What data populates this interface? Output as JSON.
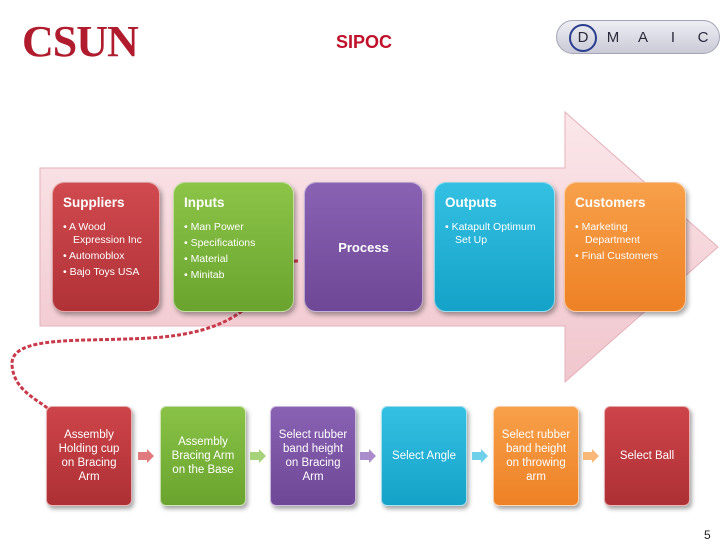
{
  "logo": {
    "text": "CSUN",
    "color": "#b01c2e"
  },
  "title": "SIPOC",
  "dmaic": {
    "letters": [
      "D",
      "M",
      "A",
      "I",
      "C"
    ],
    "active": "D"
  },
  "sipoc": {
    "suppliers": {
      "heading": "Suppliers",
      "items": [
        "A Wood Expression Inc",
        "Automoblox",
        "Bajo Toys USA"
      ],
      "color": "#c0393e"
    },
    "inputs": {
      "heading": "Inputs",
      "items": [
        "Man Power",
        "Specifications",
        "Material",
        "Minitab"
      ],
      "color": "#7cb43b"
    },
    "process": {
      "label": "Process",
      "color": "#7d53a6"
    },
    "outputs": {
      "heading": "Outputs",
      "items": [
        "Katapult Optimum Set Up"
      ],
      "color": "#1fb3d8"
    },
    "customers": {
      "heading": "Customers",
      "items": [
        "Marketing Department",
        "Final Customers"
      ],
      "color": "#f39033"
    }
  },
  "process_steps": [
    {
      "label": "Assembly Holding cup on Bracing Arm",
      "color": "#c0393e"
    },
    {
      "label": "Assembly Bracing Arm on the Base",
      "color": "#7cb43b"
    },
    {
      "label": "Select rubber band height on Bracing Arm",
      "color": "#7d53a6"
    },
    {
      "label": "Select Angle",
      "color": "#1fb3d8"
    },
    {
      "label": "Select rubber band height on throwing arm",
      "color": "#f39033"
    },
    {
      "label": "Select Ball",
      "color": "#c0393e"
    }
  ],
  "page_number": "5"
}
